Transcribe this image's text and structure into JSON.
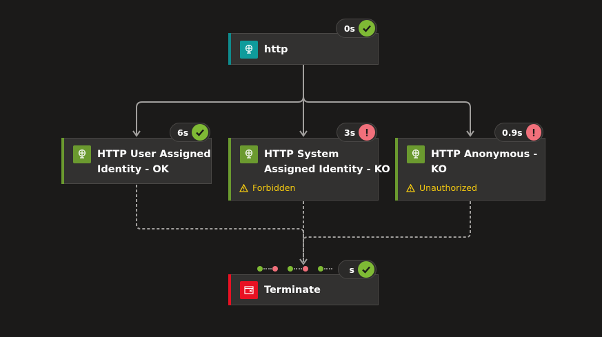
{
  "colors": {
    "background": "#1b1a19",
    "card": "#323130",
    "accent_http": "#0f8b8d",
    "accent_action": "#6b9a2f",
    "accent_terminate": "#e81123",
    "success": "#7fba35",
    "failure": "#f1707b",
    "warning": "#f2c811",
    "connector": "#a19f9d"
  },
  "nodes": {
    "trigger": {
      "title": "http",
      "icon": "globe-icon",
      "duration": "0s",
      "status": "success"
    },
    "action1": {
      "title_line1": "HTTP User Assigned",
      "title_line2": "Identity - OK",
      "icon": "globe-icon",
      "duration": "6s",
      "status": "success"
    },
    "action2": {
      "title_line1": "HTTP System",
      "title_line2": "Assigned Identity - KO",
      "icon": "globe-icon",
      "duration": "3s",
      "status": "failed",
      "warning": "Forbidden"
    },
    "action3": {
      "title_line1": "HTTP Anonymous -",
      "title_line2": "KO",
      "icon": "globe-icon",
      "duration": "0.9s",
      "status": "failed",
      "warning": "Unauthorized"
    },
    "terminate": {
      "title": "Terminate",
      "icon": "terminate-icon",
      "duration": "s",
      "status": "success"
    }
  }
}
